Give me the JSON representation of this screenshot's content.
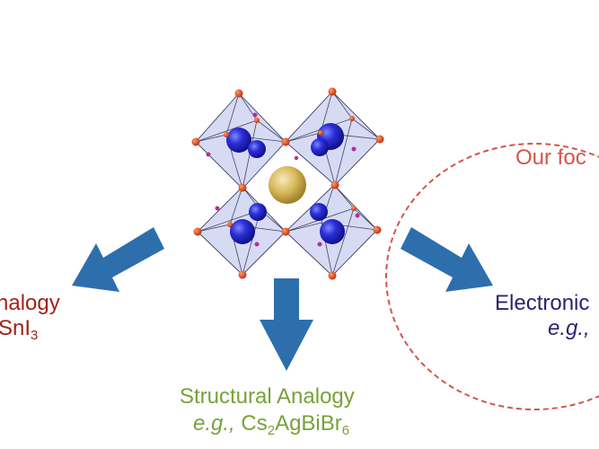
{
  "diagram": {
    "center_structure_icon": "perovskite-crystal-structure",
    "colors": {
      "arrow": "#2d6fad",
      "octahedron": "#c9cdef",
      "b_site_atom": "#2b2fd9",
      "a_site_atom": "#d7b75a",
      "x_site_atom": "#d9401f",
      "focus_ellipse": "#d2564a"
    },
    "left": {
      "line1": "nalogy",
      "line2_prefix": "SnI",
      "line2_sub": "3"
    },
    "middle": {
      "line1": "Structural Analogy",
      "eg": "e.g.,",
      "formula": {
        "p1": "Cs",
        "s1": "2",
        "p2": "AgBiBr",
        "s2": "6"
      }
    },
    "right": {
      "focus_text": "Our foc",
      "line1": "Electronic",
      "eg": "e.g.,"
    }
  }
}
